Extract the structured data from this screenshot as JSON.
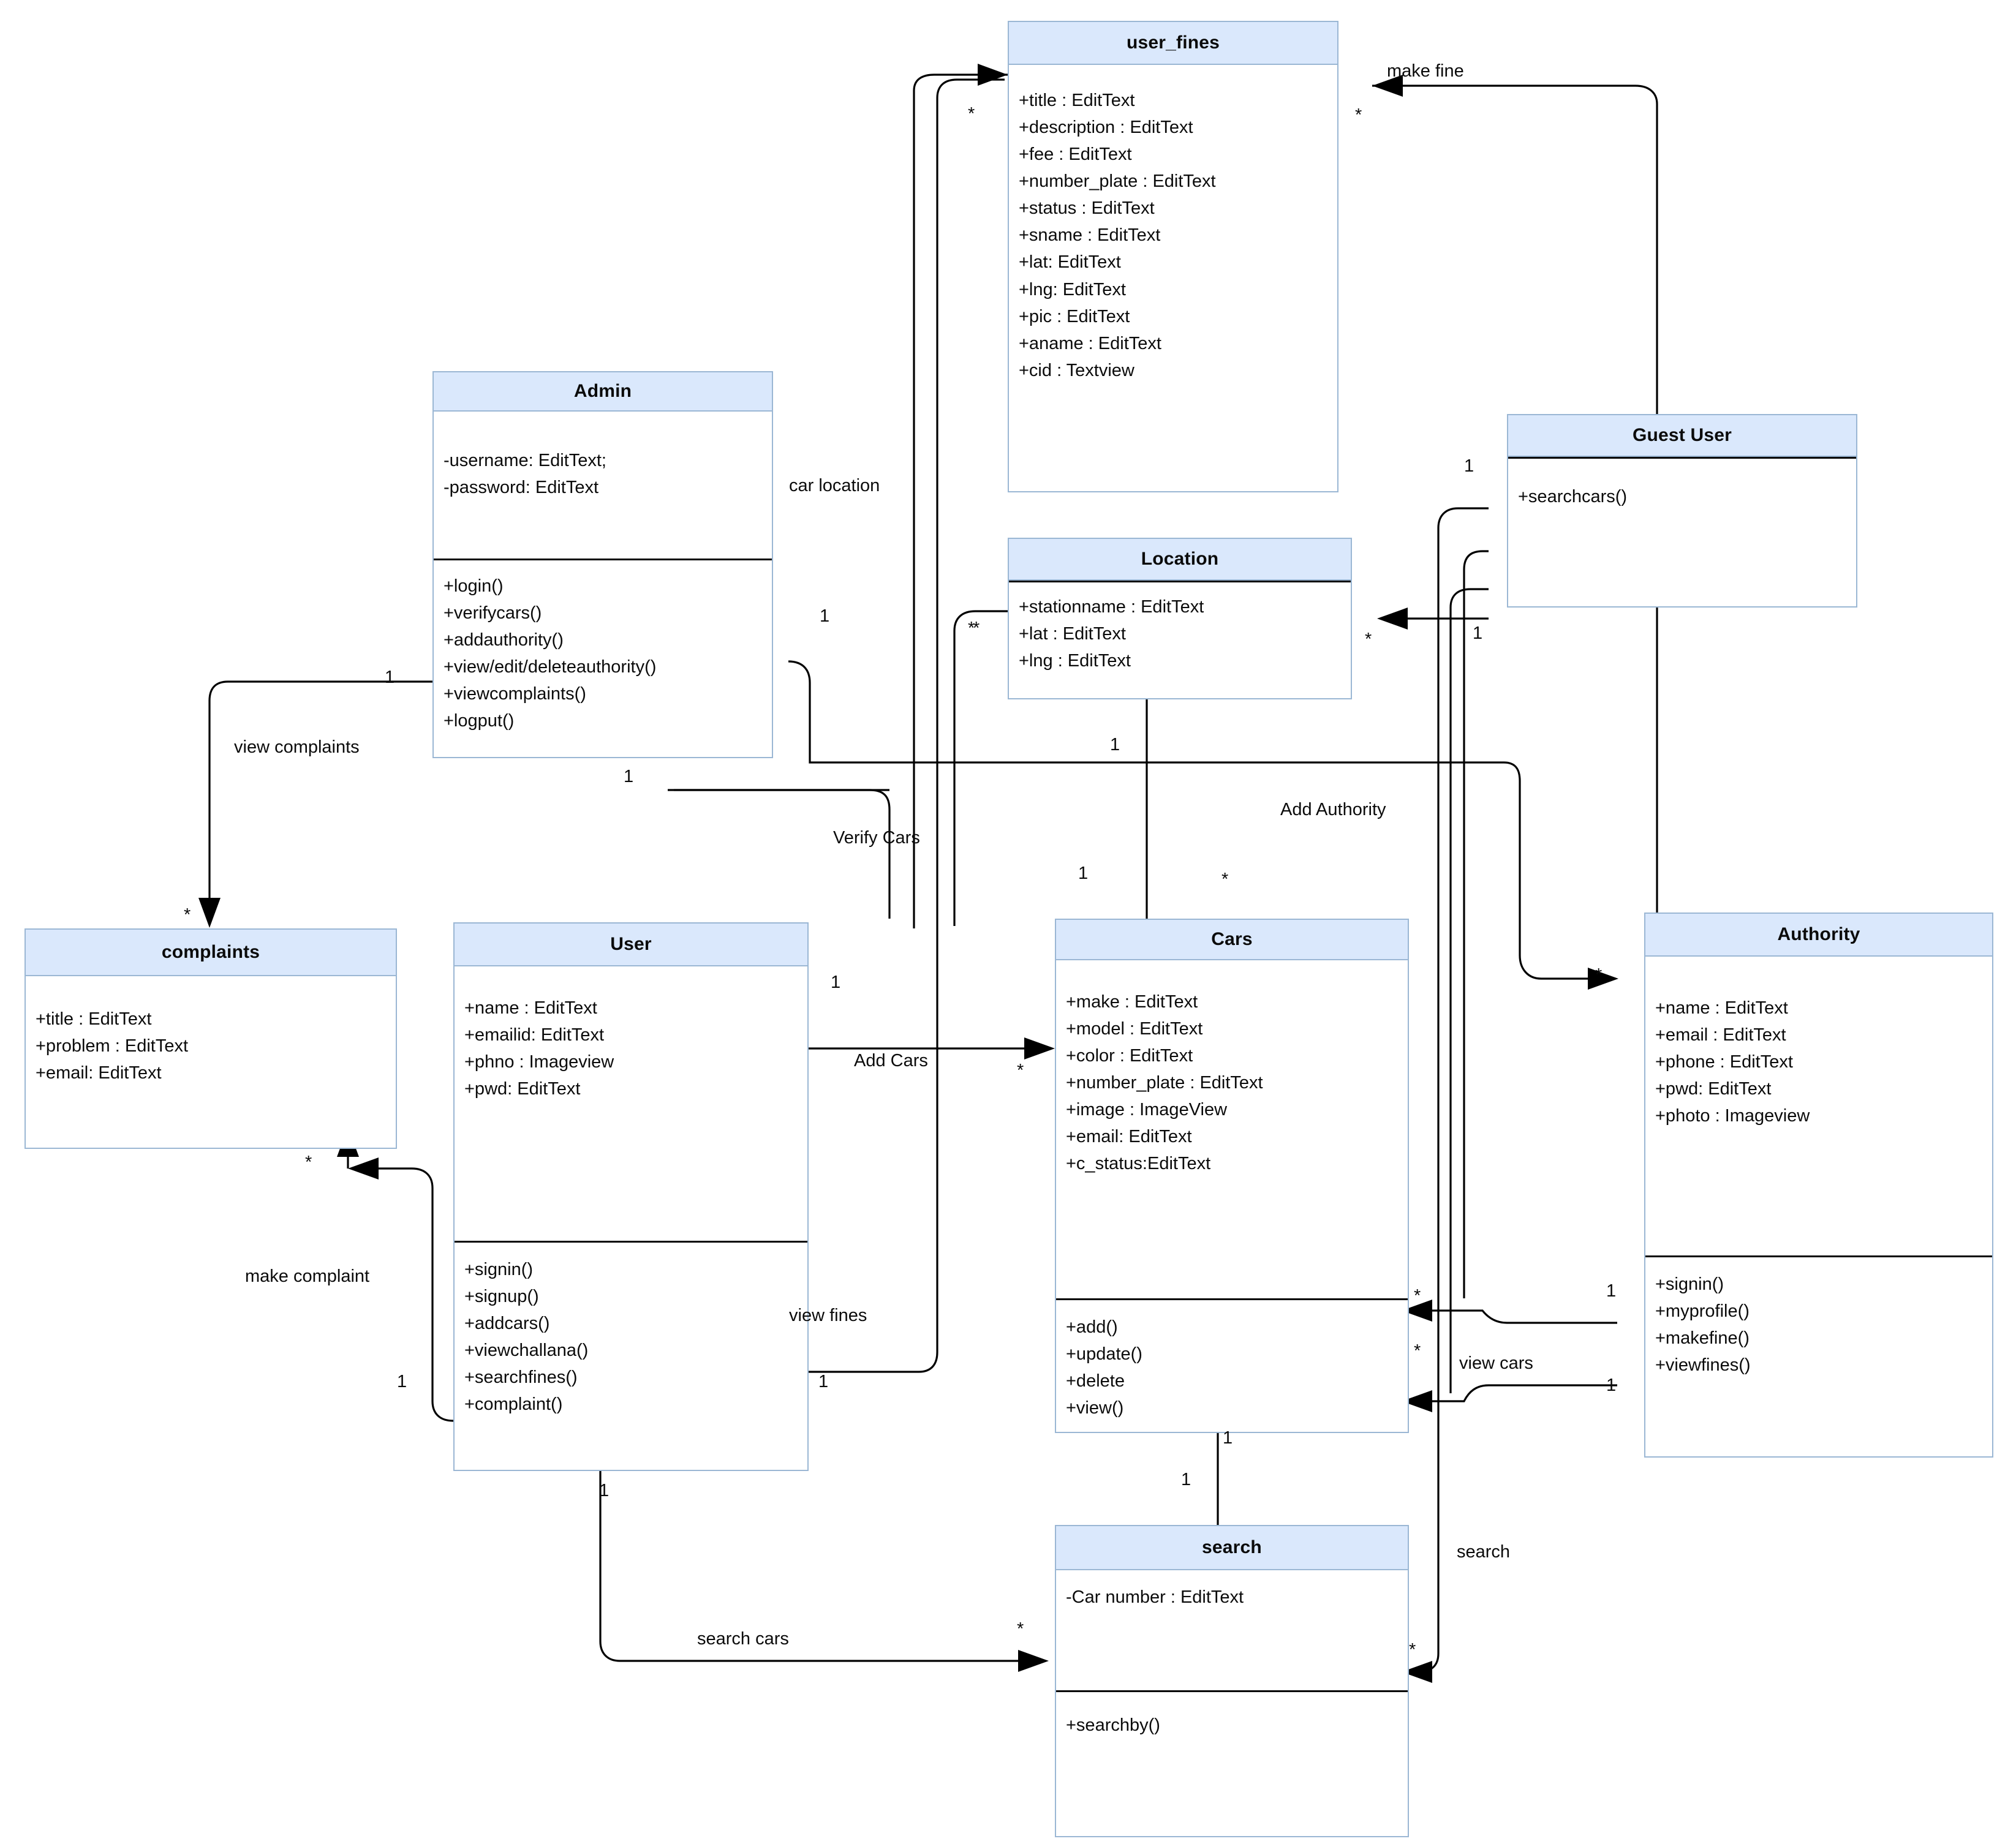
{
  "diagram": {
    "kind": "uml-class-diagram",
    "header_fill": "#dae8fc",
    "header_border": "#9bb7d4",
    "line_color": "#000000",
    "background": "#ffffff"
  },
  "classes": [
    {
      "id": "user_fines",
      "title": "user_fines",
      "attributes": [
        "+title  : EditText",
        "+description  : EditText",
        "+fee  : EditText",
        "+number_plate : EditText",
        "+status : EditText",
        "+sname : EditText",
        "+lat:  EditText",
        "+lng: EditText",
        "+pic : EditText",
        "+aname : EditText",
        "+cid : Textview"
      ],
      "methods": []
    },
    {
      "id": "admin",
      "title": "Admin",
      "attributes": [
        "-username: EditText;",
        "-password: EditText"
      ],
      "methods": [
        "+login()",
        "+verifycars()",
        "+addauthority()",
        "+view/edit/deleteauthority()",
        "+viewcomplaints()",
        "+logput()"
      ]
    },
    {
      "id": "location",
      "title": "Location",
      "attributes": [
        "+stationname : EditText",
        "+lat : EditText",
        "+lng : EditText"
      ],
      "methods": []
    },
    {
      "id": "guest_user",
      "title": "Guest User",
      "attributes": [],
      "methods": [
        "+searchcars()"
      ]
    },
    {
      "id": "complaints",
      "title": "complaints",
      "attributes": [
        "+title : EditText",
        "+problem : EditText",
        "+email: EditText"
      ],
      "methods": []
    },
    {
      "id": "user",
      "title": "User",
      "attributes": [
        "+name : EditText",
        "+emailid: EditText",
        "+phno : Imageview",
        "+pwd: EditText"
      ],
      "methods": [
        "+signin()",
        "+signup()",
        "+addcars()",
        "+viewchallana()",
        "+searchfines()",
        "+complaint()"
      ]
    },
    {
      "id": "cars",
      "title": "Cars",
      "attributes": [
        "+make : EditText",
        "+model : EditText",
        "+color : EditText",
        "+number_plate  : EditText",
        "+image : ImageView",
        "+email: EditText",
        "+c_status:EditText"
      ],
      "methods": [
        "+add()",
        "+update()",
        "+delete",
        "+view()"
      ]
    },
    {
      "id": "authority",
      "title": "Authority",
      "attributes": [
        "+name : EditText",
        "+email : EditText",
        "+phone : EditText",
        "+pwd: EditText",
        "+photo : Imageview"
      ],
      "methods": [
        "+signin()",
        "+myprofile()",
        "+makefine()",
        "+viewfines()"
      ]
    },
    {
      "id": "search",
      "title": "search",
      "attributes": [
        "-Car number : EditText"
      ],
      "methods": [
        "+searchby()"
      ]
    }
  ],
  "relationships": [
    {
      "id": "make-fine",
      "label": "make fine",
      "from": "authority",
      "to": "user_fines",
      "source_mult": "1",
      "target_mult": "*"
    },
    {
      "id": "car-location",
      "label": "car location",
      "from": "cars",
      "to": "user_fines",
      "source_mult": "1",
      "target_mult": "*"
    },
    {
      "id": "view-complaints",
      "label": "view complaints",
      "from": "admin",
      "to": "complaints",
      "source_mult": "1",
      "target_mult": "*"
    },
    {
      "id": "verify-cars",
      "label": "Verify Cars",
      "from": "admin",
      "to": "cars",
      "source_mult": "1",
      "target_mult": "*"
    },
    {
      "id": "add-authority",
      "label": "Add Authority",
      "from": "admin",
      "to": "authority",
      "source_mult": "1",
      "target_mult": "*"
    },
    {
      "id": "make-complaint",
      "label": "make complaint",
      "from": "user",
      "to": "complaints",
      "source_mult": "1",
      "target_mult": "*"
    },
    {
      "id": "add-cars",
      "label": "Add Cars",
      "from": "user",
      "to": "cars",
      "source_mult": "1",
      "target_mult": "*"
    },
    {
      "id": "view-fines",
      "label": "view fines",
      "from": "user",
      "to": "user_fines",
      "source_mult": "1",
      "target_mult": "*"
    },
    {
      "id": "search-cars",
      "label": "search cars",
      "from": "user",
      "to": "search",
      "source_mult": "1",
      "target_mult": "*"
    },
    {
      "id": "view-cars",
      "label": "view cars",
      "from": "authority",
      "to": "cars",
      "source_mult": "1",
      "target_mult": "*"
    },
    {
      "id": "search",
      "label": "search",
      "from": "guest_user",
      "to": "search",
      "source_mult": "1",
      "target_mult": "*"
    },
    {
      "id": "loc-cars",
      "label": "",
      "from": "location",
      "to": "cars",
      "source_mult": "1",
      "target_mult": "1"
    },
    {
      "id": "cars-search",
      "label": "",
      "from": "cars",
      "to": "search",
      "source_mult": "1",
      "target_mult": "1"
    }
  ],
  "multiplicity_markers": [
    {
      "id": "m-user_fines-left",
      "text": "*"
    },
    {
      "id": "m-user_fines-left2",
      "text": "*"
    },
    {
      "id": "m-user_fines-right",
      "text": "*"
    },
    {
      "id": "m-guest-1",
      "text": "1"
    },
    {
      "id": "m-admin-right",
      "text": "1"
    },
    {
      "id": "m-admin-left",
      "text": "1"
    },
    {
      "id": "m-admin-bottom",
      "text": "1"
    },
    {
      "id": "m-complaints-top",
      "text": "*"
    },
    {
      "id": "m-complaints-bottom",
      "text": "*"
    },
    {
      "id": "m-location-left",
      "text": "*"
    },
    {
      "id": "m-location-right",
      "text": "*"
    },
    {
      "id": "m-location-bottom",
      "text": "1"
    },
    {
      "id": "m-cars-top-1",
      "text": "1"
    },
    {
      "id": "m-cars-top-2",
      "text": "*"
    },
    {
      "id": "m-cars-left",
      "text": "*"
    },
    {
      "id": "m-cars-right-1",
      "text": "*"
    },
    {
      "id": "m-cars-right-2",
      "text": "*"
    },
    {
      "id": "m-cars-bottom",
      "text": "1"
    },
    {
      "id": "m-user-right-1",
      "text": "1"
    },
    {
      "id": "m-user-right-2",
      "text": "1"
    },
    {
      "id": "m-user-left",
      "text": "1"
    },
    {
      "id": "m-user-bottom",
      "text": "1"
    },
    {
      "id": "m-authority-left",
      "text": "*"
    },
    {
      "id": "m-authority-1",
      "text": "1"
    },
    {
      "id": "m-authority-2",
      "text": "1"
    },
    {
      "id": "m-search-top",
      "text": "1"
    },
    {
      "id": "m-search-left",
      "text": "*"
    },
    {
      "id": "m-search-right",
      "text": "*"
    },
    {
      "id": "m-guest-right",
      "text": "1"
    }
  ]
}
